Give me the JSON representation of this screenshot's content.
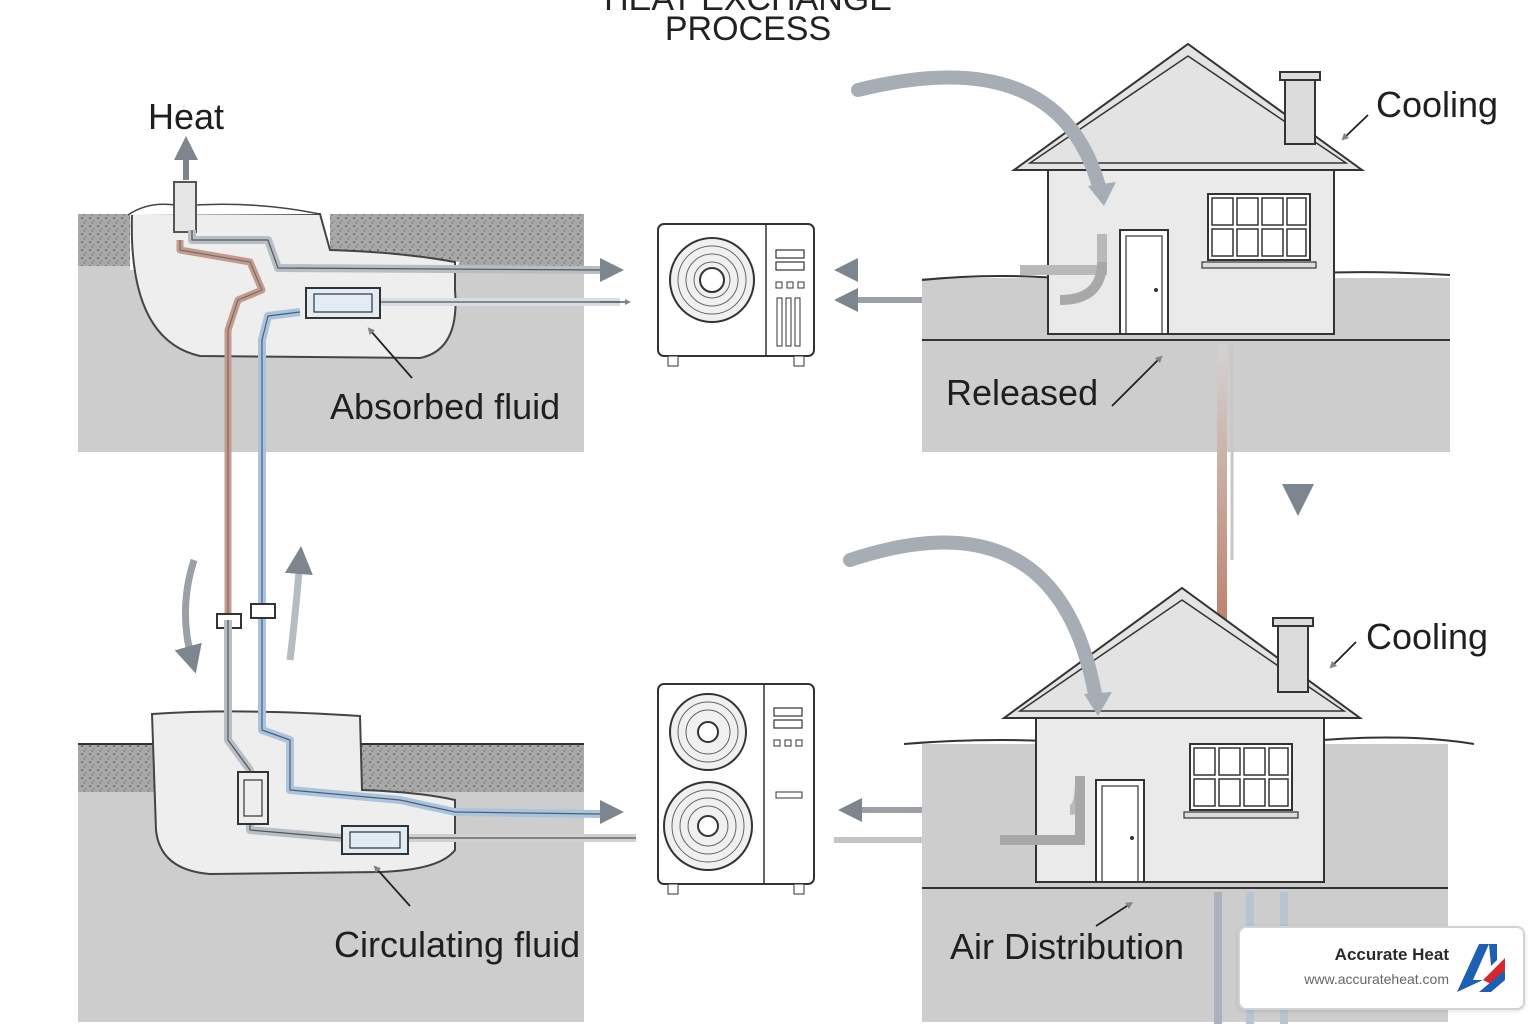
{
  "diagram": {
    "title_lines": [
      "HEAT EXCHANGE",
      "PROCESS"
    ],
    "labels": {
      "heat": "Heat",
      "absorbed_fluid": "Absorbed fluid",
      "circulating_fluid": "Circulating fluid",
      "cooling_top": "Cooling",
      "cooling_bottom": "Cooling",
      "released": "Released",
      "air_distribution": "Air Distribution"
    },
    "icons": [
      "outdoor-unit-icon",
      "house-icon",
      "arrow-icon"
    ],
    "colors": {
      "warm_flow": "#c08a78",
      "cool_flow": "#a9bfd6",
      "pipe_gray": "#9aa0a6",
      "ground": "#c9c9c9",
      "arrow": "#7d868f"
    }
  },
  "branding": {
    "company": "Accurate Heat",
    "website": "www.accurateheat.com",
    "logo_colors": {
      "blue": "#1f5fb3",
      "red": "#d7262e"
    }
  }
}
